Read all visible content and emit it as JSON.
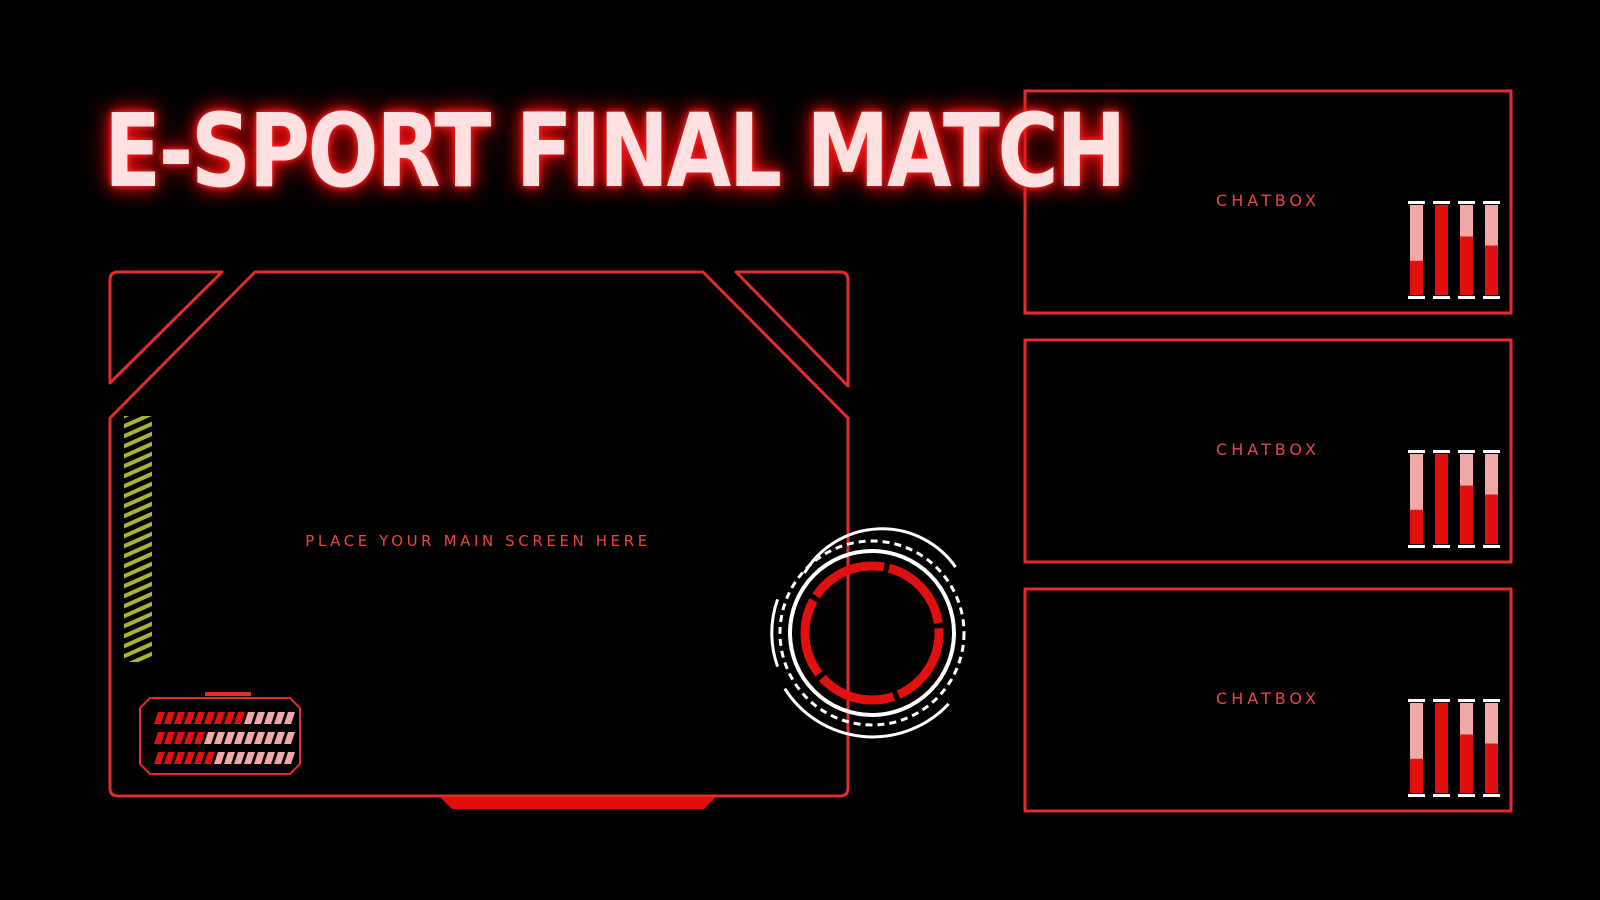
{
  "overlay": {
    "title": "E-SPORT FINAL MATCH",
    "main_screen": {
      "label": "PLACE YOUR MAIN SCREEN HERE"
    },
    "chatboxes": [
      {
        "label": "CHATBOX",
        "levels": [
          0.38,
          1.0,
          0.65,
          0.55
        ]
      },
      {
        "label": "CHATBOX",
        "levels": [
          0.38,
          1.0,
          0.65,
          0.55
        ]
      },
      {
        "label": "CHATBOX",
        "levels": [
          0.38,
          1.0,
          0.65,
          0.55
        ]
      }
    ],
    "progress_rows": [
      0.62,
      0.35,
      0.45
    ]
  },
  "colors": {
    "background": "#000000",
    "accent_red": "#e52c2c",
    "bright_red": "#e01010",
    "pale_red": "#f3a8a8",
    "title_text": "#ffe1e1",
    "title_glow": "#ff2020",
    "hazard_green": "#a9b531",
    "white": "#ffffff"
  }
}
